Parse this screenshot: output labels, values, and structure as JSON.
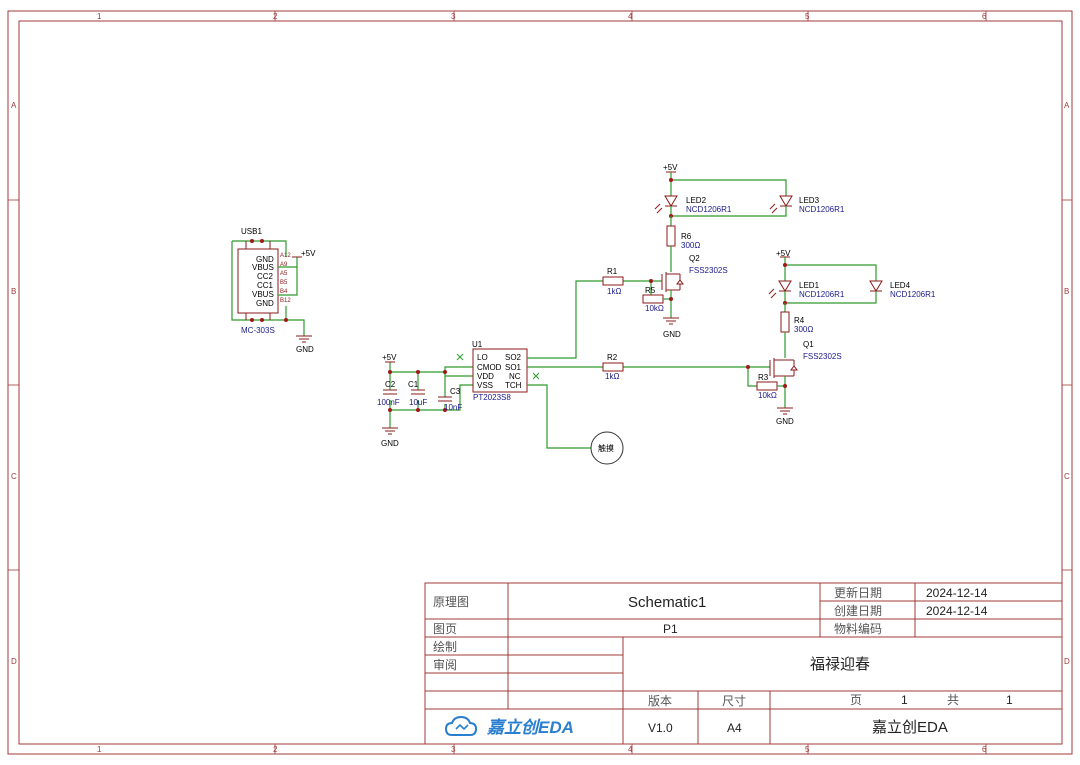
{
  "ruler": {
    "columns": [
      "1",
      "2",
      "3",
      "4",
      "5",
      "6"
    ],
    "rows": [
      "A",
      "B",
      "C",
      "D"
    ]
  },
  "components": {
    "usb1": {
      "ref": "USB1",
      "value": "MC-303S",
      "pins": [
        "GND",
        "VBUS",
        "CC2",
        "CC1",
        "VBUS",
        "GND"
      ],
      "pin_nums": [
        "A12",
        "A9",
        "A5",
        "B5",
        "B4",
        "B12"
      ]
    },
    "u1": {
      "ref": "U1",
      "value": "PT2023S8",
      "pins_left": [
        "LO",
        "CMOD",
        "VDD",
        "VSS"
      ],
      "pins_right": [
        "SO2",
        "SO1",
        "NC",
        "TCH"
      ]
    },
    "c2": {
      "ref": "C2",
      "value": "100nF"
    },
    "c1": {
      "ref": "C1",
      "value": "10uF"
    },
    "c3": {
      "ref": "C3",
      "value": "10nF"
    },
    "r1": {
      "ref": "R1",
      "value": "1kΩ"
    },
    "r2": {
      "ref": "R2",
      "value": "1kΩ"
    },
    "r3": {
      "ref": "R3",
      "value": "10kΩ"
    },
    "r4": {
      "ref": "R4",
      "value": "300Ω"
    },
    "r5": {
      "ref": "R5",
      "value": "10kΩ"
    },
    "r6": {
      "ref": "R6",
      "value": "300Ω"
    },
    "q1": {
      "ref": "Q1",
      "value": "FSS2302S"
    },
    "q2": {
      "ref": "Q2",
      "value": "FSS2302S"
    },
    "led1": {
      "ref": "LED1",
      "value": "NCD1206R1"
    },
    "led2": {
      "ref": "LED2",
      "value": "NCD1206R1"
    },
    "led3": {
      "ref": "LED3",
      "value": "NCD1206R1"
    },
    "led4": {
      "ref": "LED4",
      "value": "NCD1206R1"
    },
    "touch": {
      "label": "触摸"
    }
  },
  "nets": {
    "vcc": "+5V",
    "gnd": "GND"
  },
  "title_block": {
    "schematic_label": "原理图",
    "schematic_name": "Schematic1",
    "update_date_label": "更新日期",
    "update_date": "2024-12-14",
    "create_date_label": "创建日期",
    "create_date": "2024-12-14",
    "page_label": "图页",
    "page_name": "P1",
    "material_code_label": "物料编码",
    "material_code": "",
    "drawn_label": "绘制",
    "review_label": "审阅",
    "project_title": "福禄迎春",
    "version_label": "版本",
    "version": "V1.0",
    "size_label": "尺寸",
    "size": "A4",
    "page_num_label": "页",
    "page_num": "1",
    "total_label": "共",
    "total": "1",
    "company": "嘉立创EDA",
    "logo_text": "嘉立创EDA"
  },
  "colors": {
    "frame": "#a03a3a",
    "wire": "#2e9a2e",
    "body": "#8b1a1a",
    "value": "#1a1a8c"
  }
}
